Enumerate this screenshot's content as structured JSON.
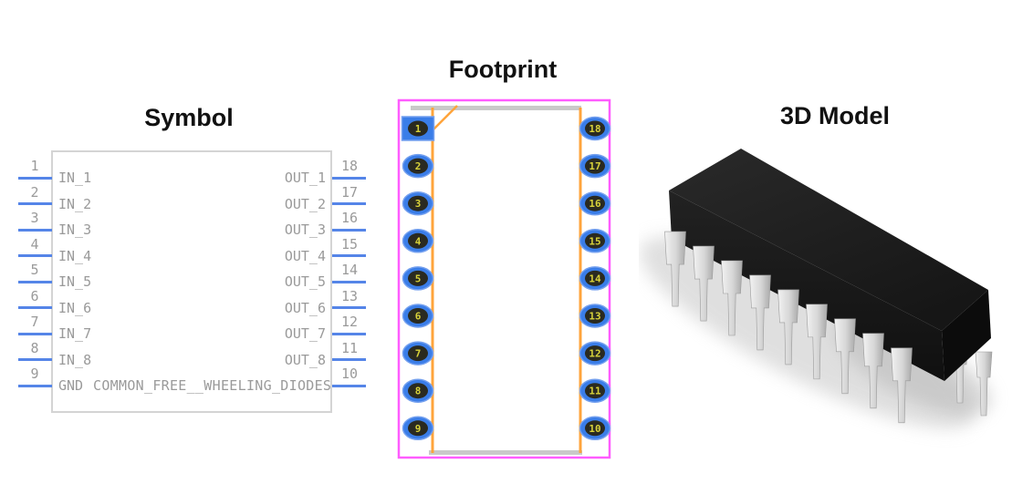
{
  "panels": {
    "symbol": {
      "title": "Symbol",
      "component_name": "COMMON_FREE__WHEELING_DIODES",
      "left_pins": [
        {
          "number": "1",
          "label": "IN_1"
        },
        {
          "number": "2",
          "label": "IN_2"
        },
        {
          "number": "3",
          "label": "IN_3"
        },
        {
          "number": "4",
          "label": "IN_4"
        },
        {
          "number": "5",
          "label": "IN_5"
        },
        {
          "number": "6",
          "label": "IN_6"
        },
        {
          "number": "7",
          "label": "IN_7"
        },
        {
          "number": "8",
          "label": "IN_8"
        },
        {
          "number": "9",
          "label": "GND"
        }
      ],
      "right_pins": [
        {
          "number": "18",
          "label": "OUT_1"
        },
        {
          "number": "17",
          "label": "OUT_2"
        },
        {
          "number": "16",
          "label": "OUT_3"
        },
        {
          "number": "15",
          "label": "OUT_4"
        },
        {
          "number": "14",
          "label": "OUT_5"
        },
        {
          "number": "13",
          "label": "OUT_6"
        },
        {
          "number": "12",
          "label": "OUT_7"
        },
        {
          "number": "11",
          "label": "OUT_8"
        },
        {
          "number": "10",
          "label": ""
        }
      ],
      "colors": {
        "pin_wire": "#5585e8",
        "text": "#9a9a9a",
        "body_border": "#d4d4d4"
      }
    },
    "footprint": {
      "title": "Footprint",
      "left_pad_numbers": [
        "1",
        "2",
        "3",
        "4",
        "5",
        "6",
        "7",
        "8",
        "9"
      ],
      "right_pad_numbers": [
        "18",
        "17",
        "16",
        "15",
        "14",
        "13",
        "12",
        "11",
        "10"
      ],
      "colors": {
        "courtyard": "#ff5cff",
        "silkscreen": "#ffa43b",
        "body_bar": "#c9c9c9",
        "pad": "#3a7de8",
        "pad_halo": "#74a0ef",
        "pad_hole": "#2a2a20",
        "pad_number": "#d8d23a"
      }
    },
    "model3d": {
      "title": "3D Model",
      "front_pin_count": 9,
      "back_pin_count": 2,
      "colors": {
        "body": "#1d1d1d",
        "pin": "#d6d6d6"
      }
    }
  }
}
